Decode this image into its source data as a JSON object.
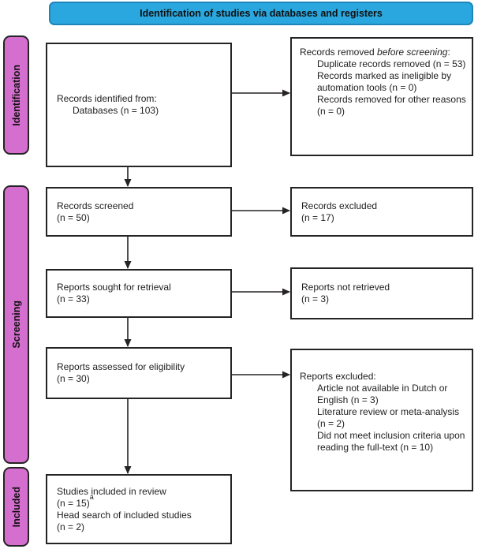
{
  "header": {
    "title": "Identification of studies via databases and registers"
  },
  "colors": {
    "header_blue": "#2AA7DE",
    "header_border": "#1D86B8",
    "stage_pink": "#D56FCF",
    "box_border": "#262324"
  },
  "stages": [
    {
      "label": "Identification"
    },
    {
      "label": "Screening"
    },
    {
      "label": "Included"
    }
  ],
  "boxes": {
    "identified": {
      "line1": "Records identified from:",
      "line2": "Databases (n = 103)"
    },
    "removed": {
      "intro_prefix": "Records removed ",
      "intro_italic": "before screening",
      "intro_suffix": ":",
      "items": [
        "Duplicate records removed (n = 53)",
        "Records marked as ineligible by automation tools (n = 0)",
        "Records removed for other reasons (n = 0)"
      ]
    },
    "screened": {
      "line1": "Records screened",
      "line2": "(n = 50)"
    },
    "excluded": {
      "line1": "Records excluded",
      "line2": "(n = 17)"
    },
    "sought": {
      "line1": "Reports sought for retrieval",
      "line2": "(n = 33)"
    },
    "not_retrieved": {
      "line1": "Reports not retrieved",
      "line2": "(n = 3)"
    },
    "assessed": {
      "line1": "Reports assessed for eligibility",
      "line2": "(n = 30)"
    },
    "reports_excluded": {
      "intro": "Reports excluded:",
      "items": [
        "Article not available in Dutch or English (n = 3)",
        "Literature review or meta-analysis (n = 2)",
        "Did not meet inclusion criteria upon reading the full-text (n = 10)"
      ]
    },
    "included": {
      "line1": "Studies included in review",
      "line2_main": "(n = 15)",
      "line2_sup": "a",
      "line3": "Head search of included studies",
      "line4": "(n = 2)"
    }
  }
}
